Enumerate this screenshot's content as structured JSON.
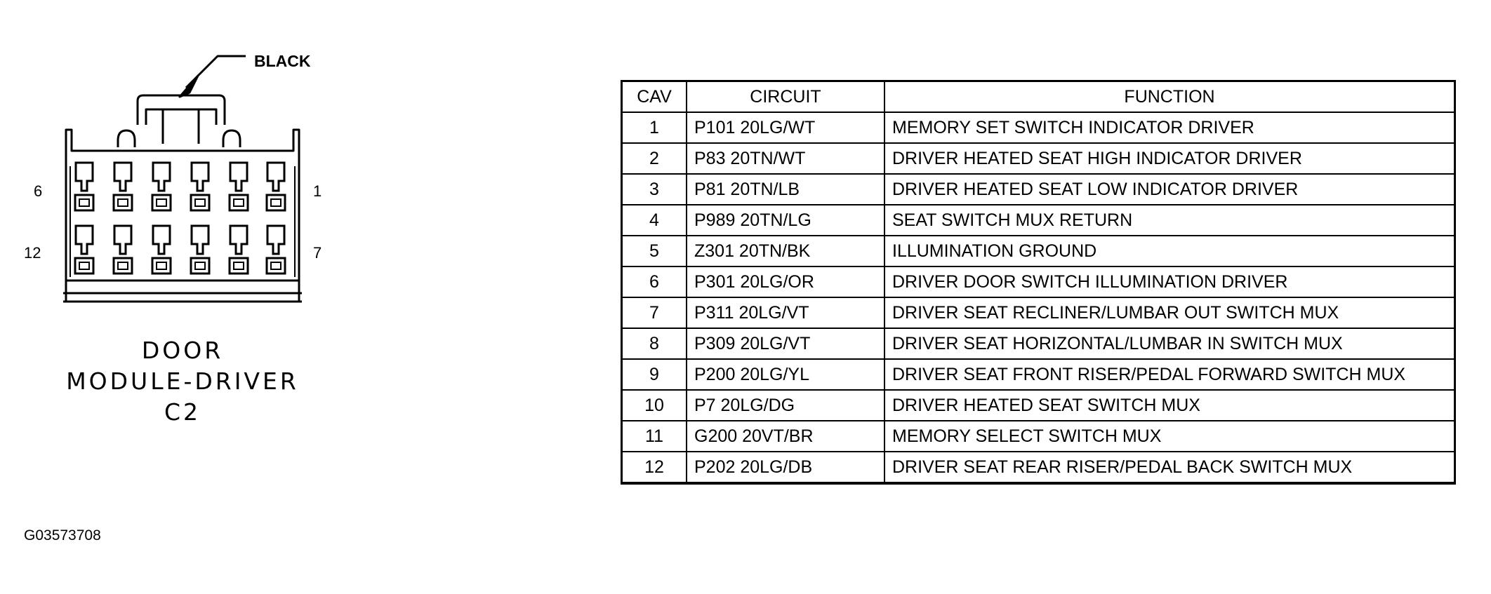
{
  "diagram": {
    "color_label": "BLACK",
    "pin_labels": {
      "top_left": "6",
      "top_right": "1",
      "bottom_left": "12",
      "bottom_right": "7"
    },
    "caption_lines": [
      "DOOR",
      "MODULE-DRIVER",
      "C2"
    ]
  },
  "figure_id": "G03573708",
  "table": {
    "headers": {
      "cav": "CAV",
      "circuit": "CIRCUIT",
      "function": "FUNCTION"
    },
    "rows": [
      {
        "cav": "1",
        "circuit": "P101 20LG/WT",
        "function": "MEMORY SET SWITCH INDICATOR DRIVER"
      },
      {
        "cav": "2",
        "circuit": "P83 20TN/WT",
        "function": "DRIVER HEATED SEAT HIGH INDICATOR DRIVER"
      },
      {
        "cav": "3",
        "circuit": "P81 20TN/LB",
        "function": "DRIVER HEATED SEAT LOW INDICATOR DRIVER"
      },
      {
        "cav": "4",
        "circuit": "P989 20TN/LG",
        "function": "SEAT SWITCH MUX RETURN"
      },
      {
        "cav": "5",
        "circuit": "Z301 20TN/BK",
        "function": "ILLUMINATION GROUND"
      },
      {
        "cav": "6",
        "circuit": "P301 20LG/OR",
        "function": "DRIVER DOOR SWITCH ILLUMINATION DRIVER"
      },
      {
        "cav": "7",
        "circuit": "P311 20LG/VT",
        "function": "DRIVER SEAT RECLINER/LUMBAR OUT SWITCH MUX"
      },
      {
        "cav": "8",
        "circuit": "P309 20LG/VT",
        "function": "DRIVER SEAT HORIZONTAL/LUMBAR IN SWITCH MUX"
      },
      {
        "cav": "9",
        "circuit": "P200 20LG/YL",
        "function": "DRIVER SEAT FRONT RISER/PEDAL FORWARD SWITCH MUX"
      },
      {
        "cav": "10",
        "circuit": "P7 20LG/DG",
        "function": "DRIVER HEATED SEAT SWITCH MUX"
      },
      {
        "cav": "11",
        "circuit": "G200 20VT/BR",
        "function": "MEMORY SELECT SWITCH MUX"
      },
      {
        "cav": "12",
        "circuit": "P202 20LG/DB",
        "function": "DRIVER SEAT REAR RISER/PEDAL BACK SWITCH MUX"
      }
    ]
  }
}
